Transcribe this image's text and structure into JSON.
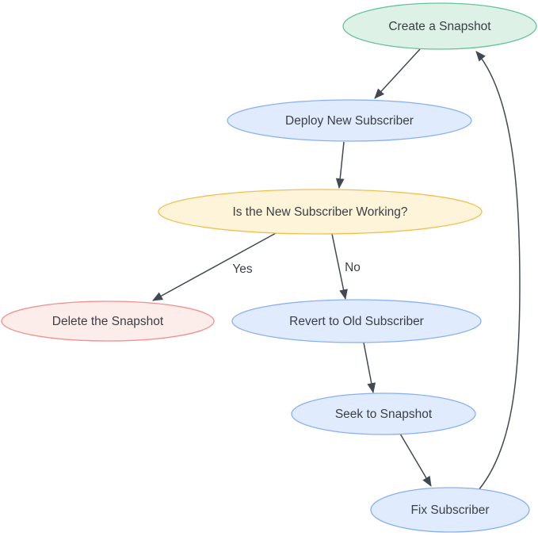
{
  "diagram": {
    "type": "flowchart",
    "nodes": {
      "create": {
        "label": "Create a Snapshot",
        "fill": "#def1e6",
        "stroke": "#63c39b"
      },
      "deploy": {
        "label": "Deploy New Subscriber",
        "fill": "#e0ebfd",
        "stroke": "#86b1f2"
      },
      "working": {
        "label": "Is the New Subscriber Working?",
        "fill": "#fdf4d9",
        "stroke": "#f0c04f"
      },
      "delete": {
        "label": "Delete the Snapshot",
        "fill": "#fcecea",
        "stroke": "#f29191"
      },
      "revert": {
        "label": "Revert to Old Subscriber",
        "fill": "#e0ebfd",
        "stroke": "#86b1f2"
      },
      "seek": {
        "label": "Seek to Snapshot",
        "fill": "#e0ebfd",
        "stroke": "#86b1f2"
      },
      "fix": {
        "label": "Fix Subscriber",
        "fill": "#e0ebfd",
        "stroke": "#86b1f2"
      }
    },
    "edges": [
      {
        "from": "create",
        "to": "deploy",
        "label": ""
      },
      {
        "from": "deploy",
        "to": "working",
        "label": ""
      },
      {
        "from": "working",
        "to": "delete",
        "label": "Yes"
      },
      {
        "from": "working",
        "to": "revert",
        "label": "No"
      },
      {
        "from": "revert",
        "to": "seek",
        "label": ""
      },
      {
        "from": "seek",
        "to": "fix",
        "label": ""
      },
      {
        "from": "fix",
        "to": "create",
        "label": ""
      }
    ],
    "colors": {
      "edge": "#414a53",
      "text": "#3a4045",
      "background": "#ffffff"
    }
  }
}
